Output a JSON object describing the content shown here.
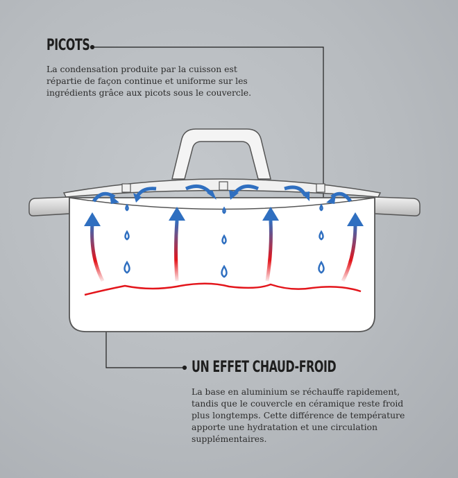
{
  "picots": {
    "title": "PICOTS",
    "text": "La condensation produite par la cuisson est répartie de façon continue et uniforme sur les ingrédients grâce aux picots sous le couvercle."
  },
  "chaud_froid": {
    "title": "UN EFFET CHAUD-FROID",
    "text": "La base en aluminium se réchauffe rapidement, tandis que le couvercle en céramique reste froid plus longtemps. Cette différence de température apporte une hydratation et une circulation supplémentaires."
  },
  "colors": {
    "hot": "#e3151b",
    "cold": "#2f6fc0",
    "pot": "#ffffff",
    "outline": "#5a5a5a"
  }
}
